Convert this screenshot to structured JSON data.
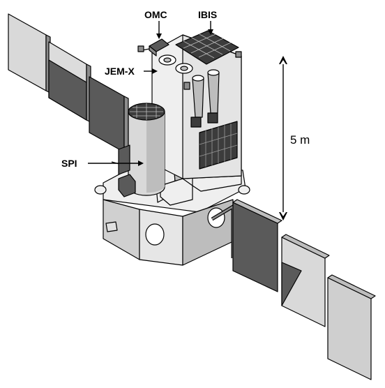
{
  "labels": {
    "omc": "OMC",
    "ibis": "IBIS",
    "jemx": "JEM-X",
    "spi": "SPI",
    "scale": "5 m"
  },
  "colors": {
    "outline": "#000000",
    "panel_light": "#d9d9d9",
    "panel_dark": "#5a5a5a",
    "body_light": "#efefef",
    "body_mid": "#bdbdbd",
    "body_dark": "#8c8c8c"
  }
}
